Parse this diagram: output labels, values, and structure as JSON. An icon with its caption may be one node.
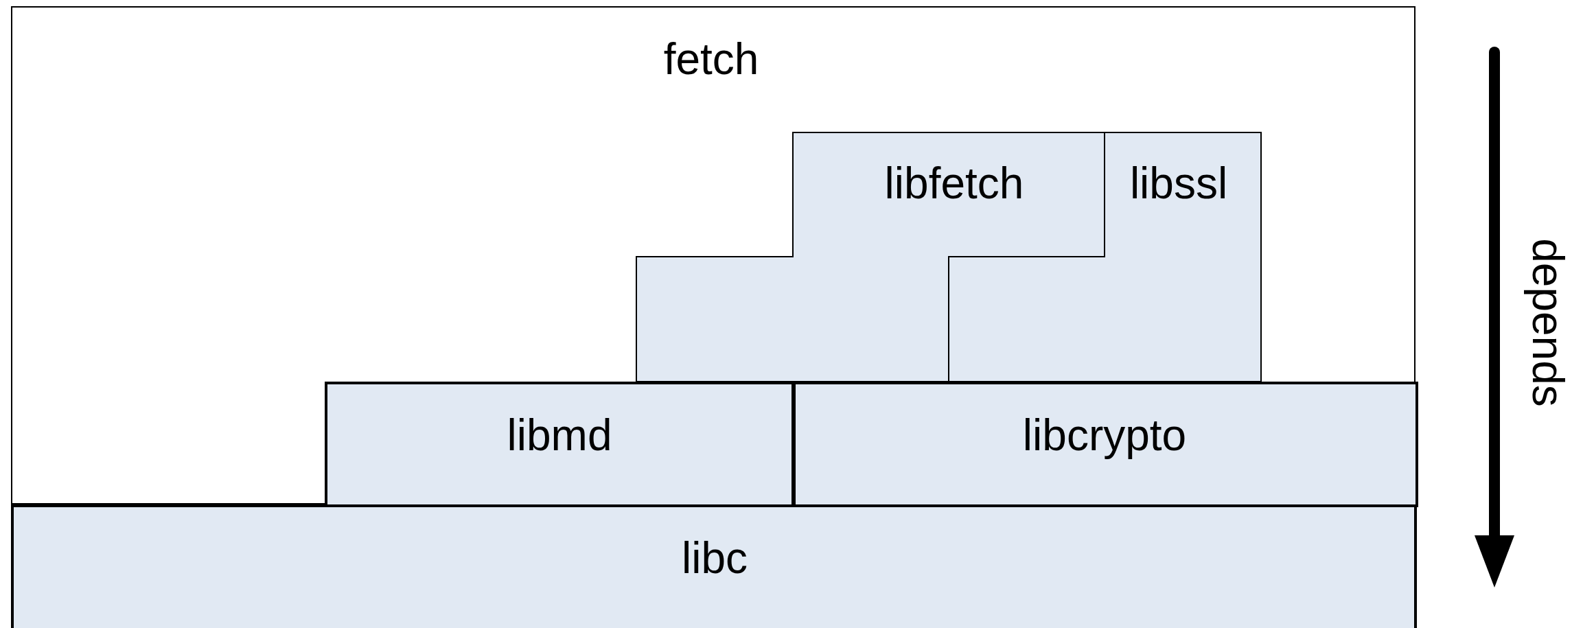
{
  "diagram": {
    "nodes": [
      {
        "text": [
          "fetch"
        ]
      },
      {
        "text": [
          "libfetch"
        ],
        "in": 0
      },
      {
        "text": [
          "libssl"
        ],
        "in": 0
      },
      {
        "text": [
          "libmd"
        ],
        "in": 0
      },
      {
        "text": [
          "libcrypto"
        ],
        "in": 0
      },
      {
        "text": [
          "libc"
        ]
      }
    ],
    "labels": [
      "depends"
    ]
  }
}
